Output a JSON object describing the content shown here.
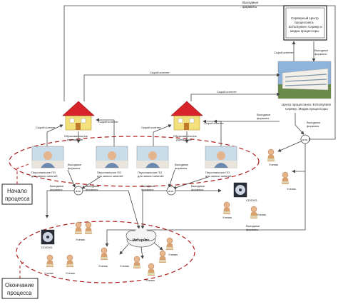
{
  "colors": {
    "line": "#444444",
    "dash": "#b01e1e",
    "roof": "#d8232a",
    "house": "#f3e07a",
    "sky": "#8fb4dc"
  },
  "labels": {
    "server_center": "Серверный Центр процессинга EchoSystem Сервер и медиа процессоры",
    "processing_center": "Центр процессинга: EchoSystem Сервер, Медиа процессоры",
    "raw_content": "Сырой контент",
    "output_formats": "Выходные форматы",
    "educational_institution": "Образовательное учреждение",
    "personal_pc": "Персональное ПО для записи занятий",
    "or": "или",
    "student": "Ученик",
    "internet": "Интернет",
    "cd_dvd": "CD/DVD",
    "process_start": "Начало процесса",
    "process_end": "Окончание процесса"
  },
  "callouts": {
    "start_line1": "Начало",
    "start_line2": "процесса",
    "end_line1": "Окончание",
    "end_line2": "процесса"
  },
  "text": {
    "out1": "Выходные",
    "out2": "форматы",
    "pc1": "Персональное ПО",
    "pc2": "для записи занятий",
    "edu1": "Образовательное",
    "edu2": "учреждение",
    "srv1": "Серверный Центр",
    "srv2": "процессинга",
    "srv3": "EchoSystem Сервер и",
    "srv4": "медиа процессоры",
    "proc1": "Центр процессинга: EchoSystem",
    "proc2": "Сервер, Медиа процессоры"
  }
}
